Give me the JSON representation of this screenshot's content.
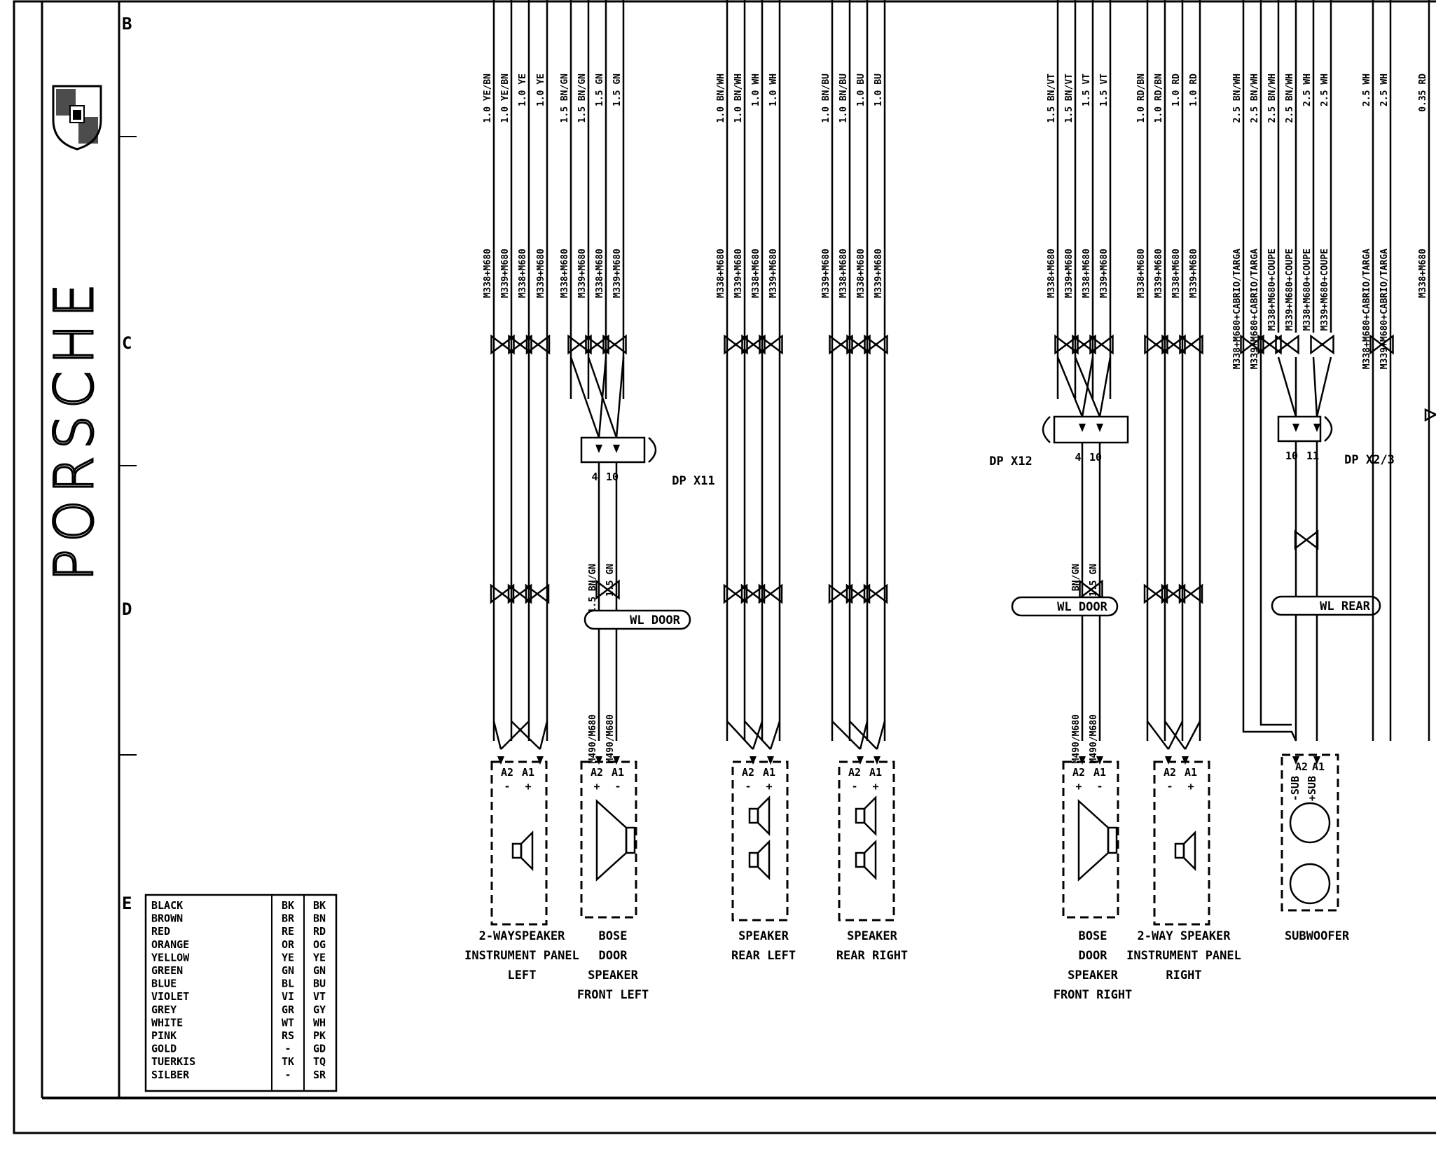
{
  "brand": {
    "name": "PORSCHE"
  },
  "zone_labels": [
    "B",
    "C",
    "D",
    "E"
  ],
  "groups": [
    {
      "sizes": [
        "1.0 YE/BN",
        "1.0 YE/BN",
        "1.0 YE",
        "1.0 YE"
      ],
      "options": [
        "M338+M680",
        "M339+M680",
        "M338+M680",
        "M339+M680"
      ],
      "pins": [
        "A2",
        "A1"
      ],
      "pin_signs": [
        "-",
        "+"
      ],
      "label": [
        "2-WAYSPEAKER",
        "INSTRUMENT PANEL",
        "LEFT"
      ]
    },
    {
      "sizes": [
        "1.5 BN/GN",
        "1.5 BN/GN",
        "1.5 GN",
        "1.5 GN"
      ],
      "options": [
        "M338+M680",
        "M339+M680",
        "M338+M680",
        "M339+M680"
      ],
      "connector": "DP X11",
      "connector_pins": [
        "4",
        "10"
      ],
      "lower_sizes": [
        "1.5 BN/GN",
        "1.5 GN"
      ],
      "harness": "WL DOOR",
      "lower_options": [
        "M490/M680",
        "M490/M680"
      ],
      "pins": [
        "A2",
        "A1"
      ],
      "pin_signs": [
        "+",
        "-"
      ],
      "label": [
        "BOSE",
        "DOOR",
        "SPEAKER",
        "FRONT LEFT"
      ]
    },
    {
      "sizes": [
        "1.0 BN/WH",
        "1.0 BN/WH",
        "1.0 WH",
        "1.0 WH"
      ],
      "options": [
        "M338+M680",
        "M339+M680",
        "M338+M680",
        "M339+M680"
      ],
      "pins": [
        "A2",
        "A1"
      ],
      "pin_signs": [
        "-",
        "+"
      ],
      "label": [
        "SPEAKER",
        "REAR LEFT"
      ]
    },
    {
      "sizes": [
        "1.0 BN/BU",
        "1.0 BN/BU",
        "1.0 BU",
        "1.0 BU"
      ],
      "options": [
        "M339+M680",
        "M338+M680",
        "M338+M680",
        "M339+M680"
      ],
      "pins": [
        "A2",
        "A1"
      ],
      "pin_signs": [
        "-",
        "+"
      ],
      "label": [
        "SPEAKER",
        "REAR RIGHT"
      ]
    },
    {
      "sizes": [
        "1.5 BN/VT",
        "1.5 BN/VT",
        "1.5 VT",
        "1.5 VT"
      ],
      "options": [
        "M338+M680",
        "M339+M680",
        "M338+M680",
        "M339+M680"
      ],
      "connector": "DP X12",
      "connector_pins": [
        "4",
        "10"
      ],
      "lower_sizes": [
        "1.5 BN/GN",
        "1.5 GN"
      ],
      "harness": "WL DOOR",
      "lower_options": [
        "M490/M680",
        "M490/M680"
      ],
      "pins": [
        "A2",
        "A1"
      ],
      "pin_signs": [
        "+",
        "-"
      ],
      "label": [
        "BOSE",
        "DOOR",
        "SPEAKER",
        "FRONT RIGHT"
      ]
    },
    {
      "sizes": [
        "1.0 RD/BN",
        "1.0 RD/BN",
        "1.0 RD",
        "1.0 RD"
      ],
      "options": [
        "M338+M680",
        "M339+M680",
        "M338+M680",
        "M339+M680"
      ],
      "pins": [
        "A2",
        "A1"
      ],
      "pin_signs": [
        "-",
        "+"
      ],
      "label": [
        "2-WAY SPEAKER",
        "INSTRUMENT PANEL",
        "RIGHT"
      ]
    },
    {
      "sizes": [
        "2.5 BN/WH",
        "2.5 BN/WH",
        "2.5 BN/WH",
        "2.5 BN/WH",
        "2.5 WH",
        "2.5 WH"
      ],
      "options": [
        "M338+M680+CABRIO/TARGA",
        "M339+M680+CABRIO/TARGA",
        "M338+M680+COUPE",
        "M339+M680+COUPE",
        "M338+M680+COUPE",
        "M339+M680+COUPE"
      ],
      "connector": "DP X2/3",
      "connector_pins": [
        "10",
        "11"
      ],
      "harness": "WL REAR",
      "pins": [
        "A2",
        "A1"
      ],
      "pin_signs": [
        "-SUB",
        "+SUB"
      ],
      "label": [
        "SUBWOOFER"
      ]
    },
    {
      "sizes": [
        "2.5 WH",
        "2.5 WH"
      ],
      "options": [
        "M338+M680+CABRIO/TARGA",
        "M339+M680+CABRIO/TARGA"
      ]
    },
    {
      "sizes": [
        "0.35 RD"
      ],
      "options": [
        "M338+M680"
      ]
    }
  ],
  "legend": [
    [
      "BLACK",
      "BK",
      "BK"
    ],
    [
      "BROWN",
      "BR",
      "BN"
    ],
    [
      "RED",
      "RE",
      "RD"
    ],
    [
      "ORANGE",
      "OR",
      "OG"
    ],
    [
      "YELLOW",
      "YE",
      "YE"
    ],
    [
      "GREEN",
      "GN",
      "GN"
    ],
    [
      "BLUE",
      "BL",
      "BU"
    ],
    [
      "VIOLET",
      "VI",
      "VT"
    ],
    [
      "GREY",
      "GR",
      "GY"
    ],
    [
      "WHITE",
      "WT",
      "WH"
    ],
    [
      "PINK",
      "RS",
      "PK"
    ],
    [
      "GOLD",
      "-",
      "GD"
    ],
    [
      "TUERKIS",
      "TK",
      "TQ"
    ],
    [
      "SILBER",
      "-",
      "SR"
    ]
  ]
}
